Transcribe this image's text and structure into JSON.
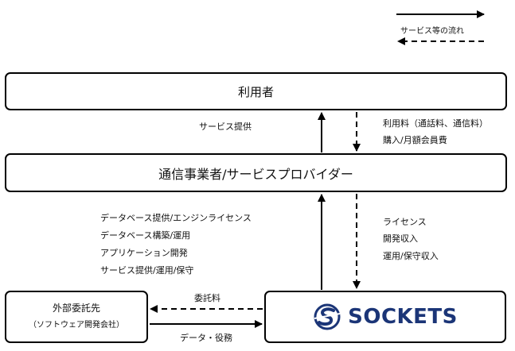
{
  "legend": {
    "solid_label": "サービス等の流れ",
    "dashed_label": ""
  },
  "nodes": {
    "users": "利用者",
    "carrier": "通信事業者/サービスプロバイダー",
    "external_line1": "外部委託先",
    "external_line2": "（ソフトウェア開発会社）",
    "sockets": "SOCKETS"
  },
  "flows": {
    "service_provision": "サービス提供",
    "usage_fee_1": "利用料（通話料、通信料）",
    "usage_fee_2": "購入/月額会員費",
    "to_carrier": [
      "データベース提供/エンジンライセンス",
      "データベース構築/運用",
      "アプリケーション開発",
      "サービス提供/運用/保守"
    ],
    "from_carrier": [
      "ライセンス",
      "開発収入",
      "運用/保守収入"
    ],
    "commission_fee": "委託料",
    "data_services": "データ・役務"
  },
  "colors": {
    "logo_blue": "#1b3577",
    "line": "#000000"
  }
}
